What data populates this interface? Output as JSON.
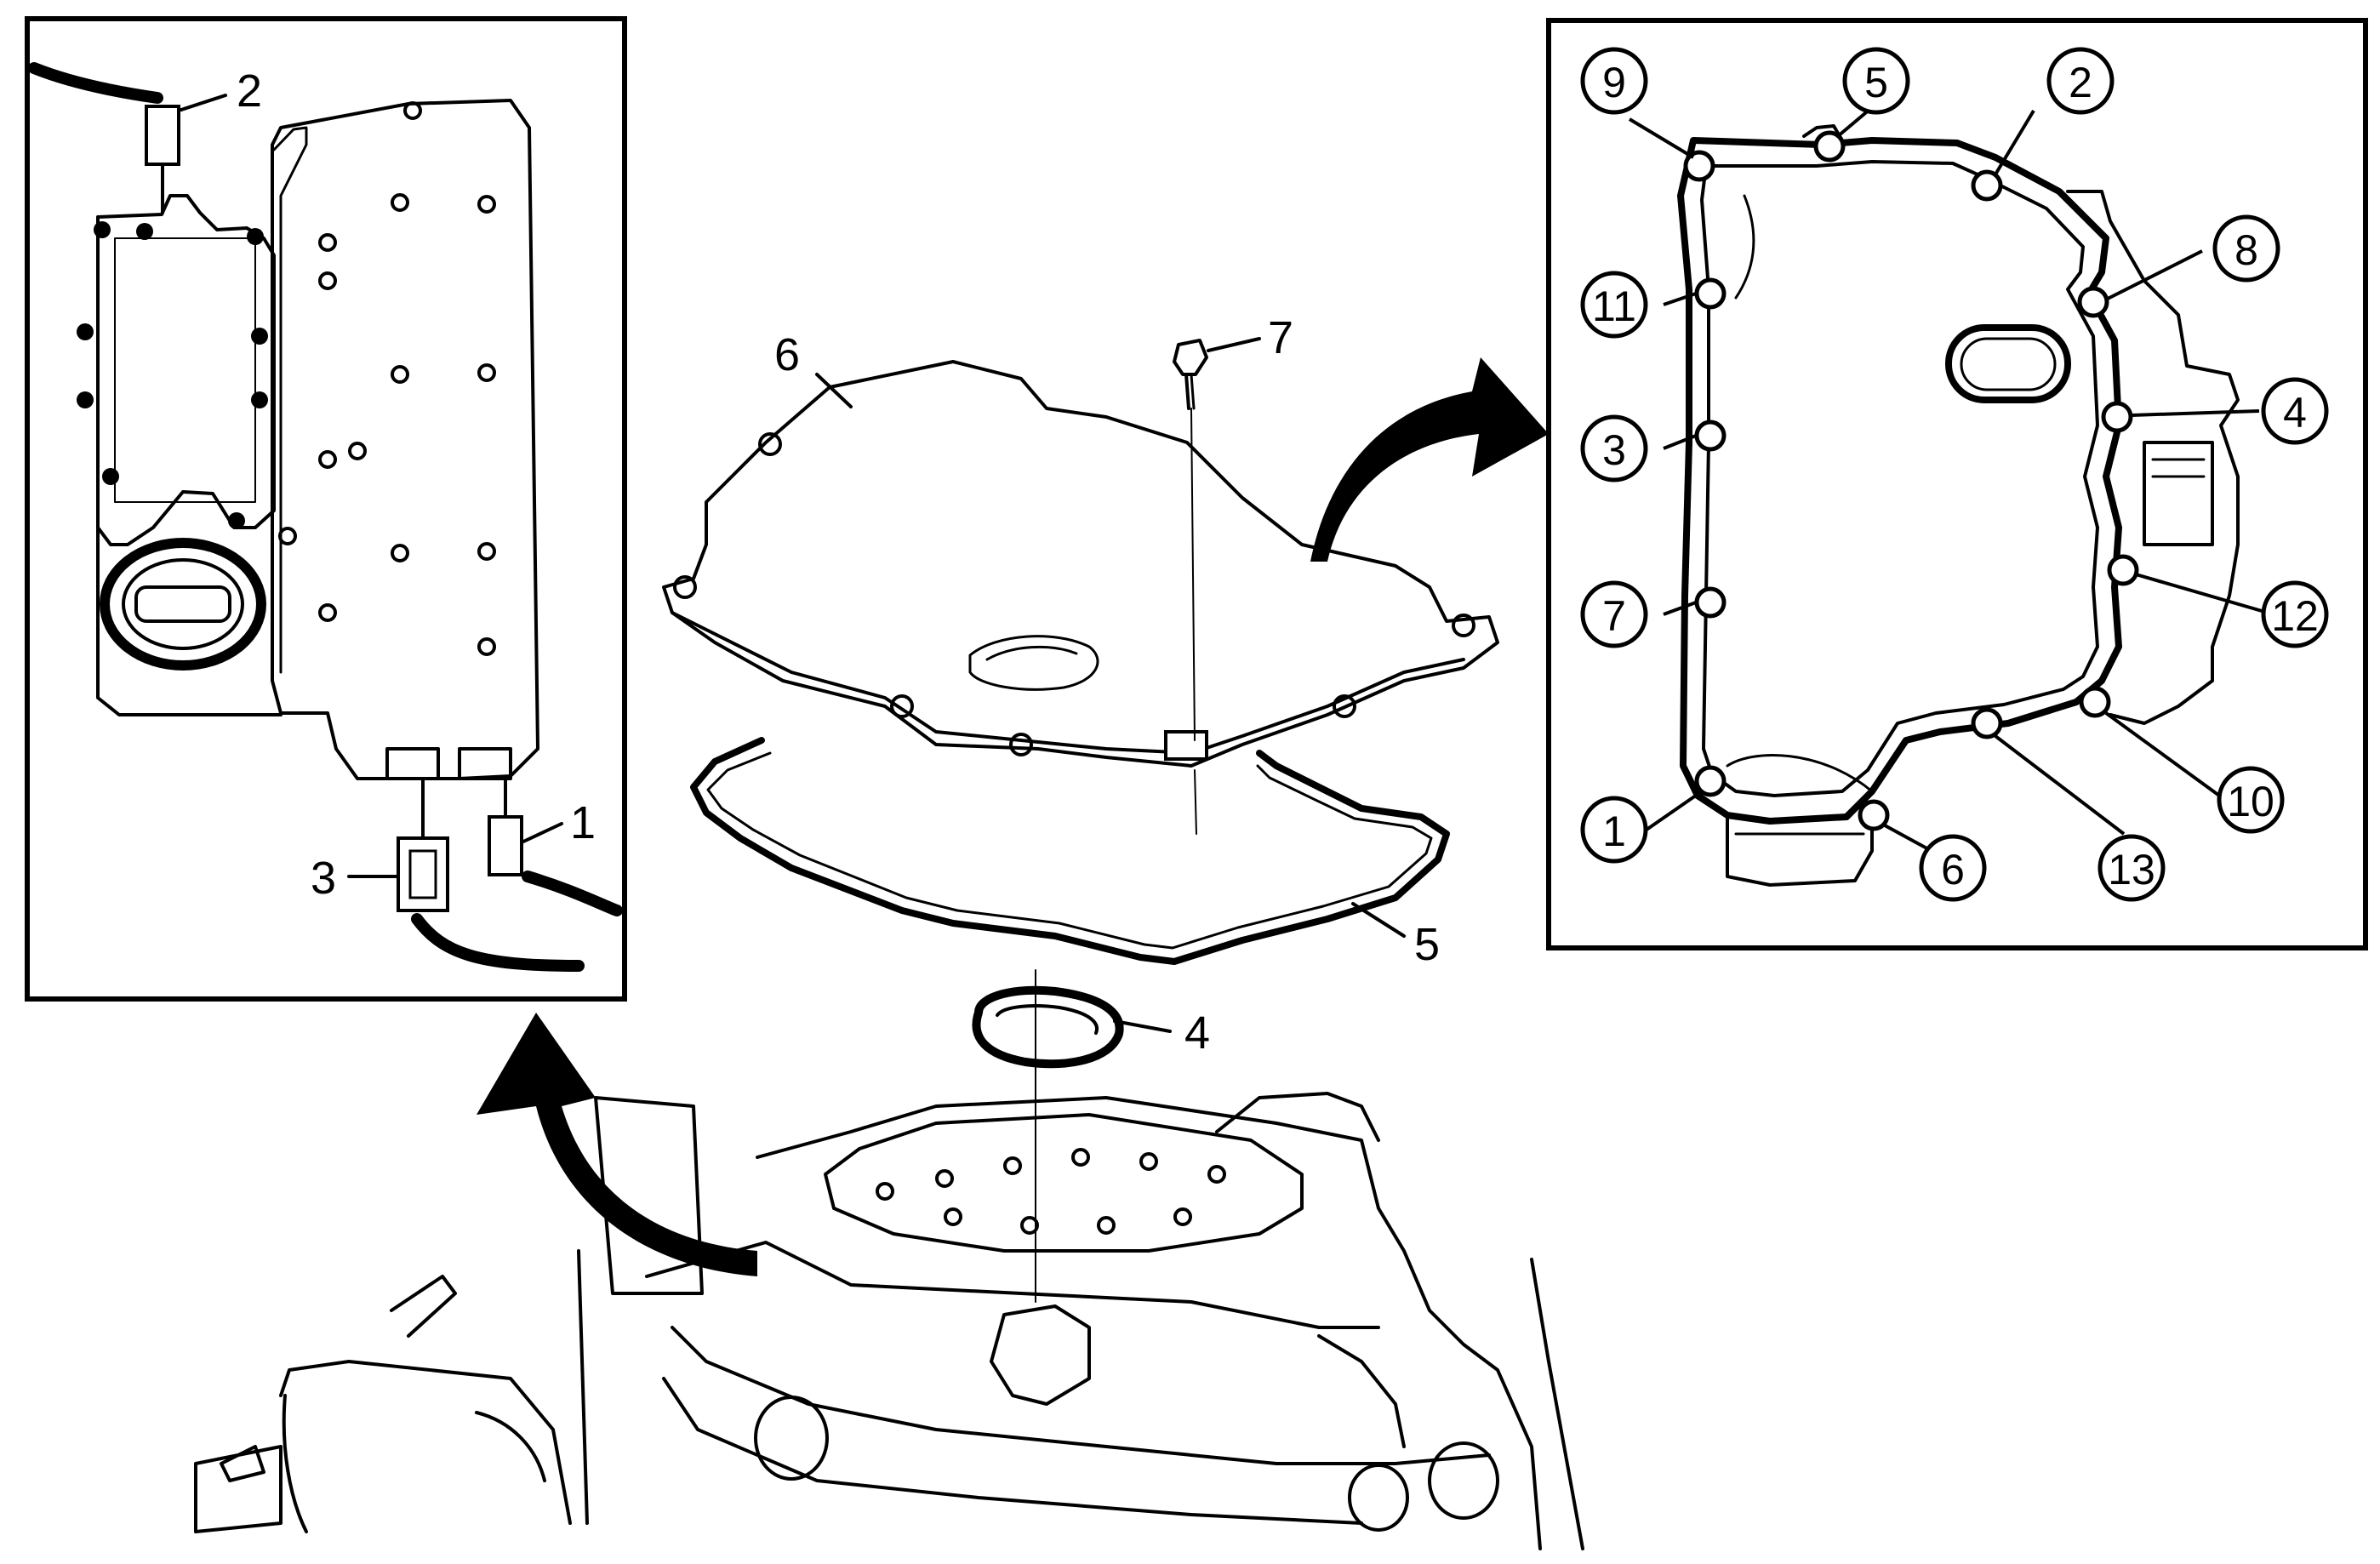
{
  "colors": {
    "ink": "#000000",
    "paper": "#ffffff"
  },
  "left_inset": {
    "callouts": [
      {
        "id": "L1",
        "text": "1"
      },
      {
        "id": "L2",
        "text": "2"
      },
      {
        "id": "L3",
        "text": "3"
      }
    ]
  },
  "exploded_view": {
    "callouts": [
      {
        "id": "E4",
        "text": "4"
      },
      {
        "id": "E5",
        "text": "5"
      },
      {
        "id": "E6",
        "text": "6"
      },
      {
        "id": "E7",
        "text": "7"
      }
    ]
  },
  "right_inset": {
    "bolt_sequence": [
      {
        "id": "R1",
        "text": "1"
      },
      {
        "id": "R2",
        "text": "2"
      },
      {
        "id": "R3",
        "text": "3"
      },
      {
        "id": "R4",
        "text": "4"
      },
      {
        "id": "R5",
        "text": "5"
      },
      {
        "id": "R6",
        "text": "6"
      },
      {
        "id": "R7",
        "text": "7"
      },
      {
        "id": "R8",
        "text": "8"
      },
      {
        "id": "R9",
        "text": "9"
      },
      {
        "id": "R10",
        "text": "10"
      },
      {
        "id": "R11",
        "text": "11"
      },
      {
        "id": "R12",
        "text": "12"
      },
      {
        "id": "R13",
        "text": "13"
      }
    ]
  }
}
